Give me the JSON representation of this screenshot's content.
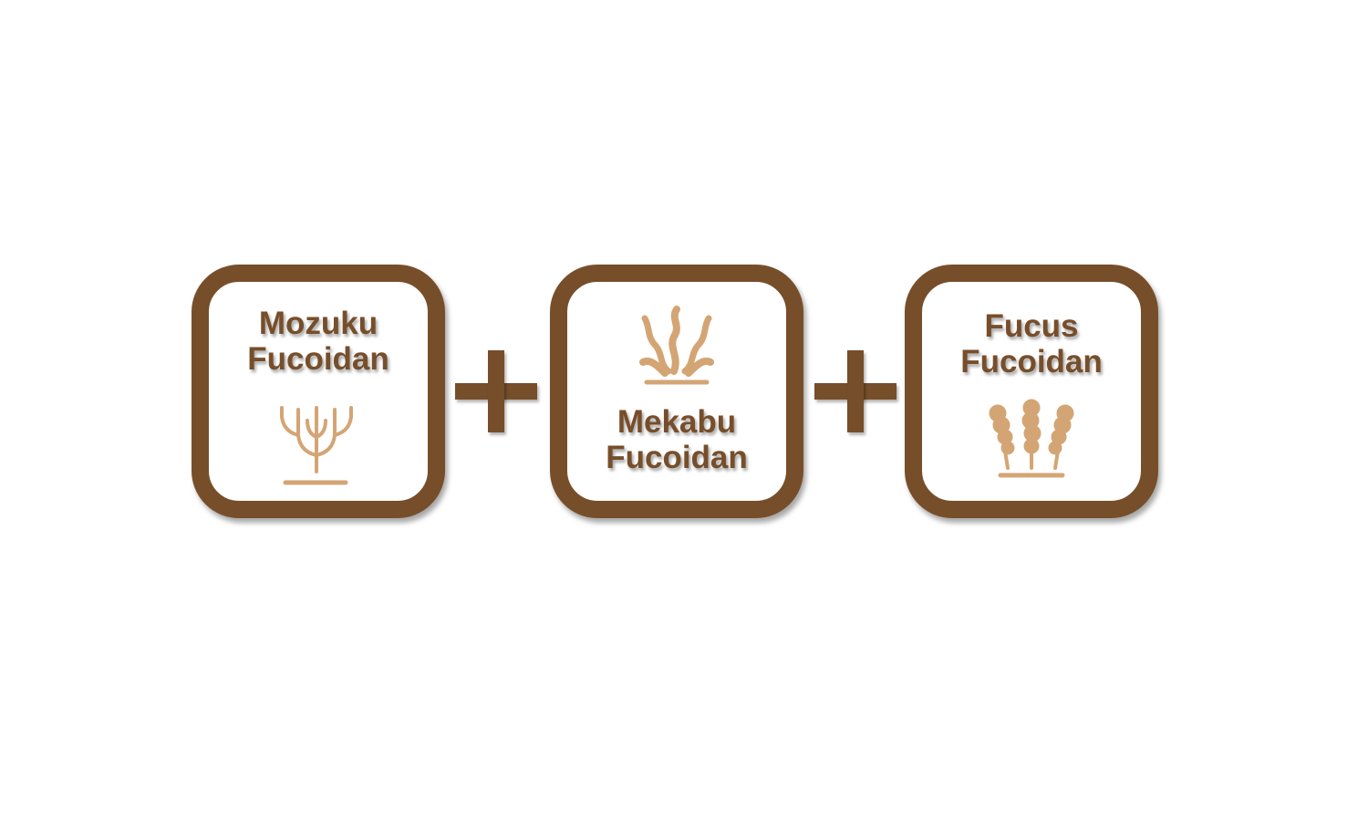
{
  "colors": {
    "border": "#774e2a",
    "icon": "#d4a574"
  },
  "items": [
    {
      "line1": "Mozuku",
      "line2": "Fucoidan",
      "icon": "branching-seaweed-icon"
    },
    {
      "line1": "Mekabu",
      "line2": "Fucoidan",
      "icon": "wavy-seaweed-icon"
    },
    {
      "line1": "Fucus",
      "line2": "Fucoidan",
      "icon": "bladder-seaweed-icon"
    }
  ],
  "operators": [
    "plus-icon",
    "plus-icon"
  ]
}
